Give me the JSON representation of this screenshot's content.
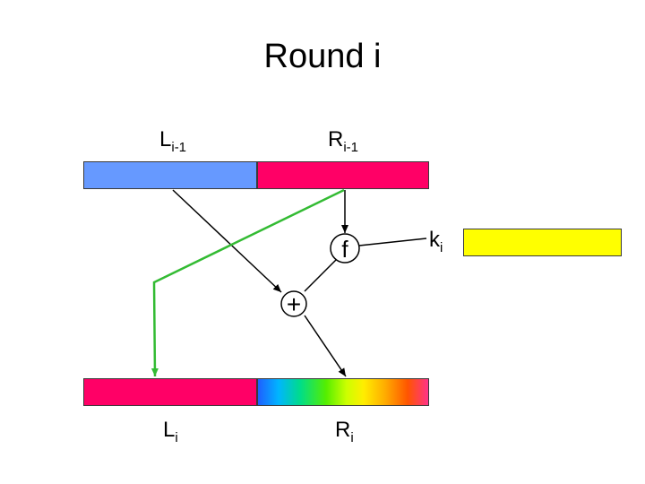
{
  "title": "Round i",
  "labels": {
    "l_prev": {
      "main": "L",
      "sub": "i-1"
    },
    "r_prev": {
      "main": "R",
      "sub": "i-1"
    },
    "l_next": {
      "main": "L",
      "sub": "i"
    },
    "r_next": {
      "main": "R",
      "sub": "i"
    },
    "key": {
      "main": "k",
      "sub": "i"
    },
    "function": "f",
    "xor": "+"
  },
  "colors": {
    "l_prev_block": "#6699ff",
    "r_prev_block": "#ff0066",
    "l_next_block": "#ff0066",
    "key_block": "#ffff00",
    "swap_arrow": "#33bb33",
    "arrow": "#000000"
  }
}
